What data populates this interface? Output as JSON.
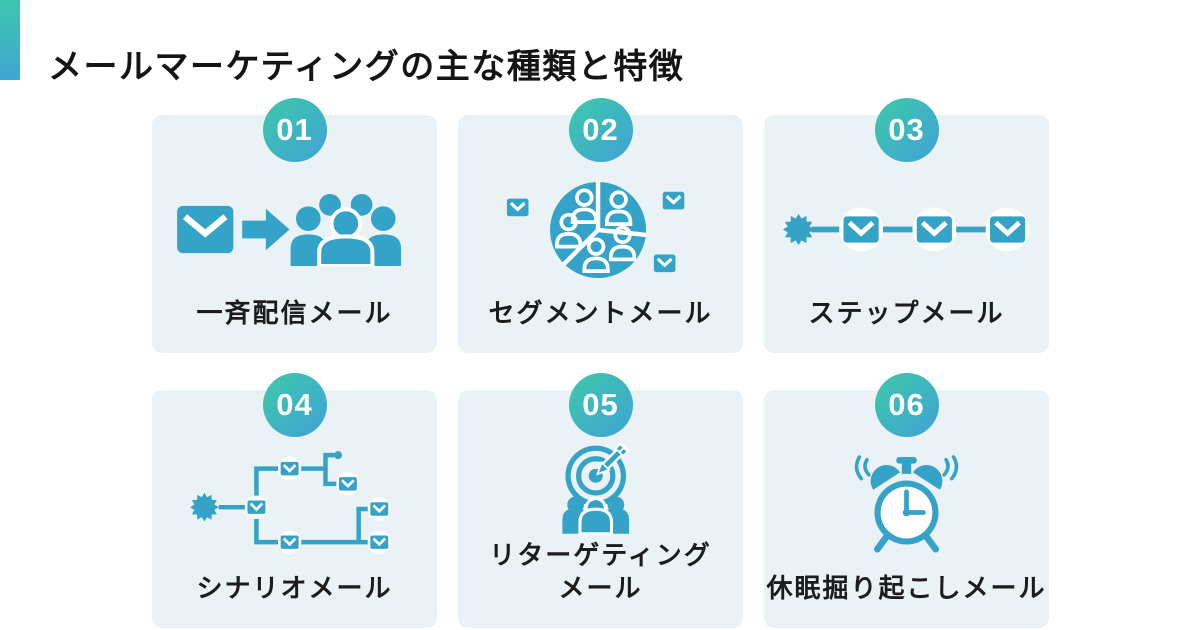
{
  "header": {
    "title": "メールマーケティングの主な種類と特徴"
  },
  "colors": {
    "icon_teal": "#35a3c8",
    "card_background": "#eaf2f5",
    "badge_gradient_start": "#3ec5ad",
    "badge_gradient_end": "#3fa6d2",
    "title_text": "#151515",
    "label_text": "#1c1c1c"
  },
  "cards": [
    {
      "number": "01",
      "label": "一斉配信メール",
      "icon": "broadcast-email-icon"
    },
    {
      "number": "02",
      "label": "セグメントメール",
      "icon": "segmented-audience-icon"
    },
    {
      "number": "03",
      "label": "ステップメール",
      "icon": "step-email-sequence-icon"
    },
    {
      "number": "04",
      "label": "シナリオメール",
      "icon": "scenario-branching-icon"
    },
    {
      "number": "05",
      "label": "リターゲティング\nメール",
      "icon": "retargeting-target-icon"
    },
    {
      "number": "06",
      "label": "休眠掘り起こしメール",
      "icon": "alarm-clock-icon"
    }
  ]
}
